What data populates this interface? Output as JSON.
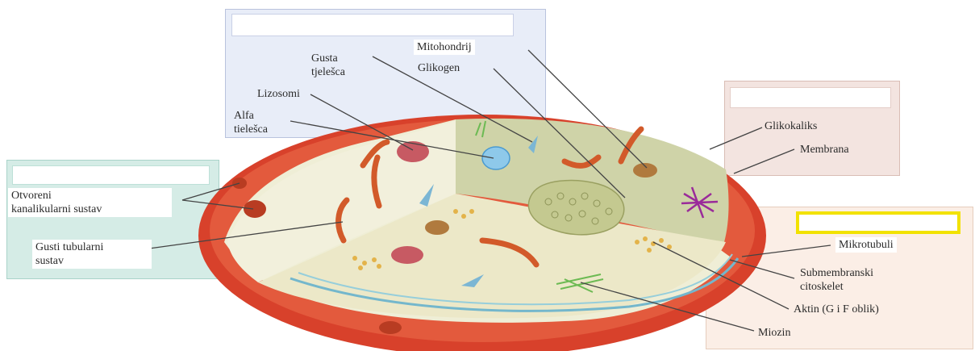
{
  "labels": {
    "gusta_tjelesca_1": "Gusta",
    "gusta_tjelesca_2": "tjelešca",
    "mitohondrij": "Mitohondrij",
    "glikogen": "Glikogen",
    "lizosomi": "Lizosomi",
    "alfa_1": "Alfa",
    "alfa_2": "tielešca",
    "glikokaliks": "Glikokaliks",
    "membrana": "Membrana",
    "otvoreni_1": "Otvoreni",
    "otvoreni_2": "kanalikularni sustav",
    "gusti_1": "Gusti tubularni",
    "gusti_2": "sustav",
    "mikrotubuli": "Mikrotubuli",
    "submembranski_1": "Submembranski",
    "submembranski_2": "citoskelet",
    "aktin": "Aktin (G i F oblik)",
    "miozin": "Miozin"
  },
  "colors": {
    "membrane_red": "#d8412b",
    "membrane_dark": "#b52a1a",
    "cytoplasm": "#efeed6",
    "back_wall": "#cfd3a8",
    "top_panel": "#e8edf8",
    "left_panel": "#d5ece6",
    "right_panel": "#f3e4e0",
    "bottom_panel": "#fbeee6",
    "yellow_box": "#f2e200"
  }
}
